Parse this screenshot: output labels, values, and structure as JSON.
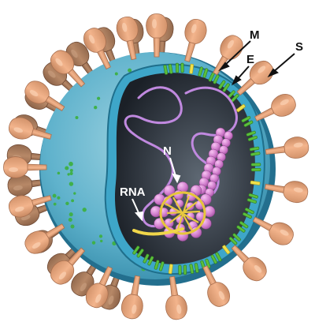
{
  "figure": {
    "labels": {
      "m": "M",
      "e": "E",
      "s": "S",
      "n": "N",
      "rna": "RNA"
    }
  },
  "colors": {
    "spike": "#e8a47c",
    "spike_shadow": "#b9876a",
    "spike_far": "#a67b5e",
    "envelope": "#4aa7c4",
    "envelope_dark": "#1f6f8c",
    "interior": "#2a3038",
    "m_protein": "#5bbf3c",
    "e_protein": "#f0e04a",
    "rna_strand": "#b07ad0",
    "nucleocapsid": "#d27bd0",
    "rna_coil": "#e6c63a"
  }
}
